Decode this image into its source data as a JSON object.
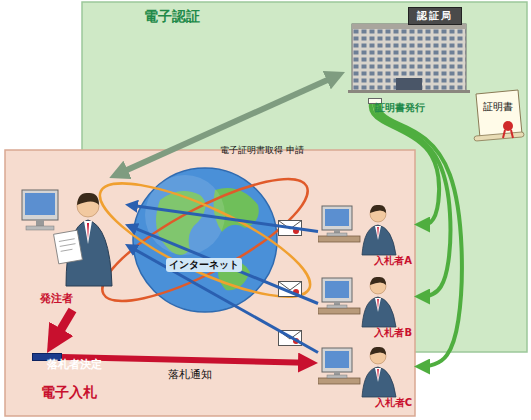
{
  "diagram": {
    "nodes": [
      {
        "text": [
          "電子認証"
        ]
      },
      {
        "text": [
          "認証局"
        ],
        "in": 0
      },
      {
        "text": [
          "証明書発行"
        ],
        "in": 0
      },
      {
        "text": [
          "電子入札"
        ]
      },
      {
        "text": [
          "発注者"
        ],
        "in": 3
      },
      {
        "text": [
          "入札者A"
        ],
        "in": 3
      },
      {
        "text": [
          "入札者B"
        ],
        "in": 3
      },
      {
        "text": [
          "入札者C"
        ],
        "in": 3
      },
      {
        "text": [
          "落札者決定"
        ],
        "in": 3
      }
    ],
    "edges": [
      {
        "from": 5,
        "to": 4,
        "arrow": "to"
      },
      {
        "from": 6,
        "to": 4,
        "arrow": "to"
      },
      {
        "from": 7,
        "to": 4,
        "arrow": "to"
      },
      {
        "from": 4,
        "to": 8,
        "arrow": "to"
      },
      {
        "from": 8,
        "to": 7,
        "arrow": "to",
        "label": "落札通知"
      },
      {
        "from": 4,
        "to": 1,
        "arrow": "both",
        "label": "電子証明書取得 申請"
      },
      {
        "from": 2,
        "to": 5,
        "arrow": "to"
      },
      {
        "from": 2,
        "to": 6,
        "arrow": "to"
      },
      {
        "from": 2,
        "to": 7,
        "arrow": "to"
      }
    ],
    "labels": [
      "インターネット",
      "証明書"
    ]
  }
}
